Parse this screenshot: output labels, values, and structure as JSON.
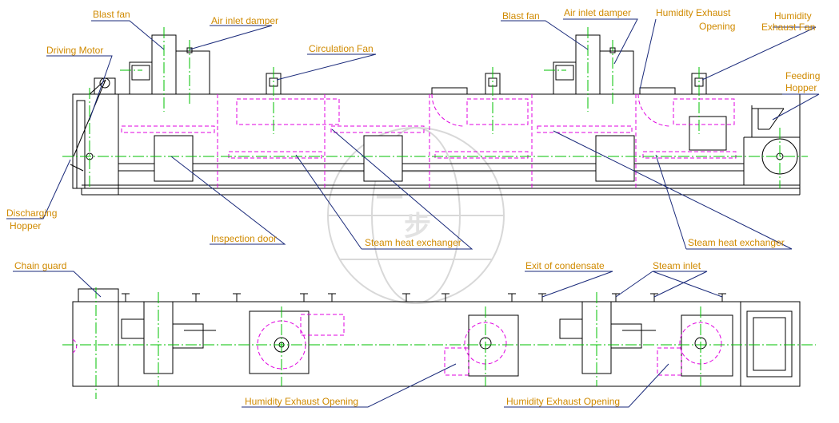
{
  "top_view": {
    "labels": {
      "blast_fan_1": "Blast fan",
      "air_inlet_damper_1": "Air inlet damper",
      "driving_motor": "Driving Motor",
      "circulation_fan": "Circulation Fan",
      "blast_fan_2": "Blast fan",
      "air_inlet_damper_2": "Air inlet damper",
      "humidity_exhaust_opening_line1": "Humidity Exhaust",
      "humidity_exhaust_opening_line2": "Opening",
      "humidity_exhaust_fan_line1": "Humidity",
      "humidity_exhaust_fan_line2": "Exhaust Fan",
      "feeding_hopper_line1": "Feeding",
      "feeding_hopper_line2": "Hopper",
      "discharging_hopper_line1": "Discharging",
      "discharging_hopper_line2": "Hopper",
      "inspection_door": "Inspection door",
      "steam_heat_exchanger_1": "Steam heat exchanger",
      "steam_heat_exchanger_2": "Steam heat exchanger"
    }
  },
  "bottom_view": {
    "labels": {
      "chain_guard": "Chain guard",
      "exit_of_condensate": "Exit of condensate",
      "steam_inlet": "Steam inlet",
      "humidity_exhaust_opening_1": "Humidity Exhaust Opening",
      "humidity_exhaust_opening_2": "Humidity Exhaust Opening"
    }
  },
  "colors": {
    "label": "#d08a00",
    "leader": "#1a2a7a",
    "centerline": "#00c000",
    "hidden": "#e000e0",
    "outline": "#000000"
  }
}
